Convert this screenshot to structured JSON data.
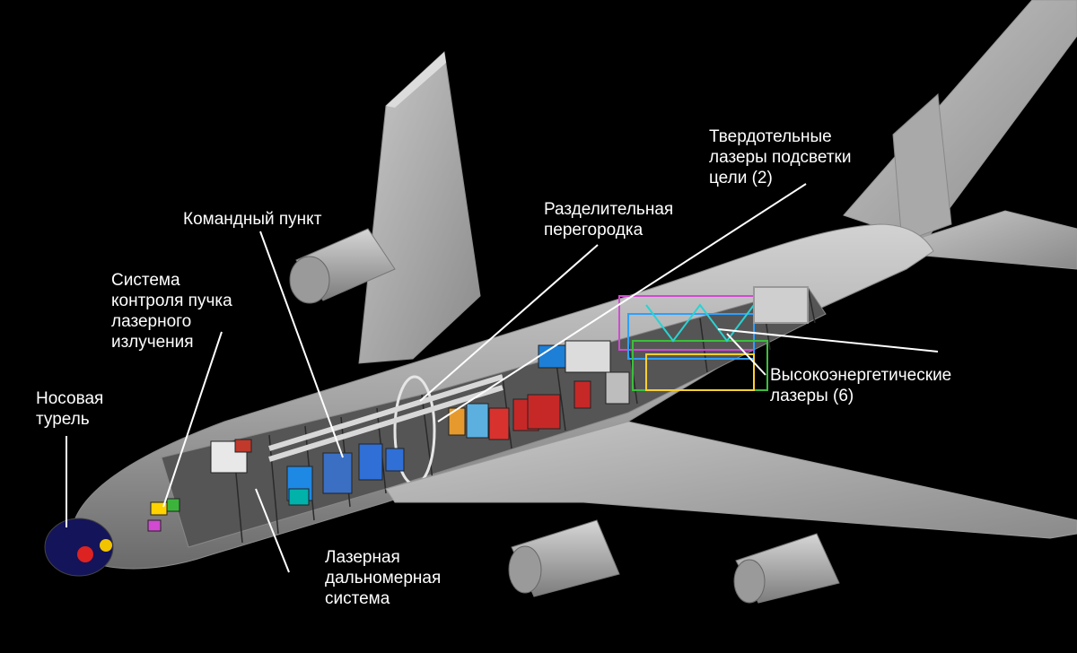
{
  "labels": {
    "nose_turret": "Носовая\nтурель",
    "beam_control": "Система\nконтроля пучка\nлазерного\nизлучения",
    "command_post": "Командный пункт",
    "bulkhead": "Разделительная\nперегородка",
    "illumination_lasers": "Твердотельные\nлазеры подсветки\nцели (2)",
    "high_energy_lasers": "Высокоэнергетические\nлазеры (6)",
    "rangefinder": "Лазерная\nдальномерная\nсистема"
  },
  "colors": {
    "background": "#000000",
    "airframe": "#b8b8b8",
    "interior": "#6e6e6e",
    "leader_line": "#ffffff",
    "label_text": "#ffffff"
  }
}
